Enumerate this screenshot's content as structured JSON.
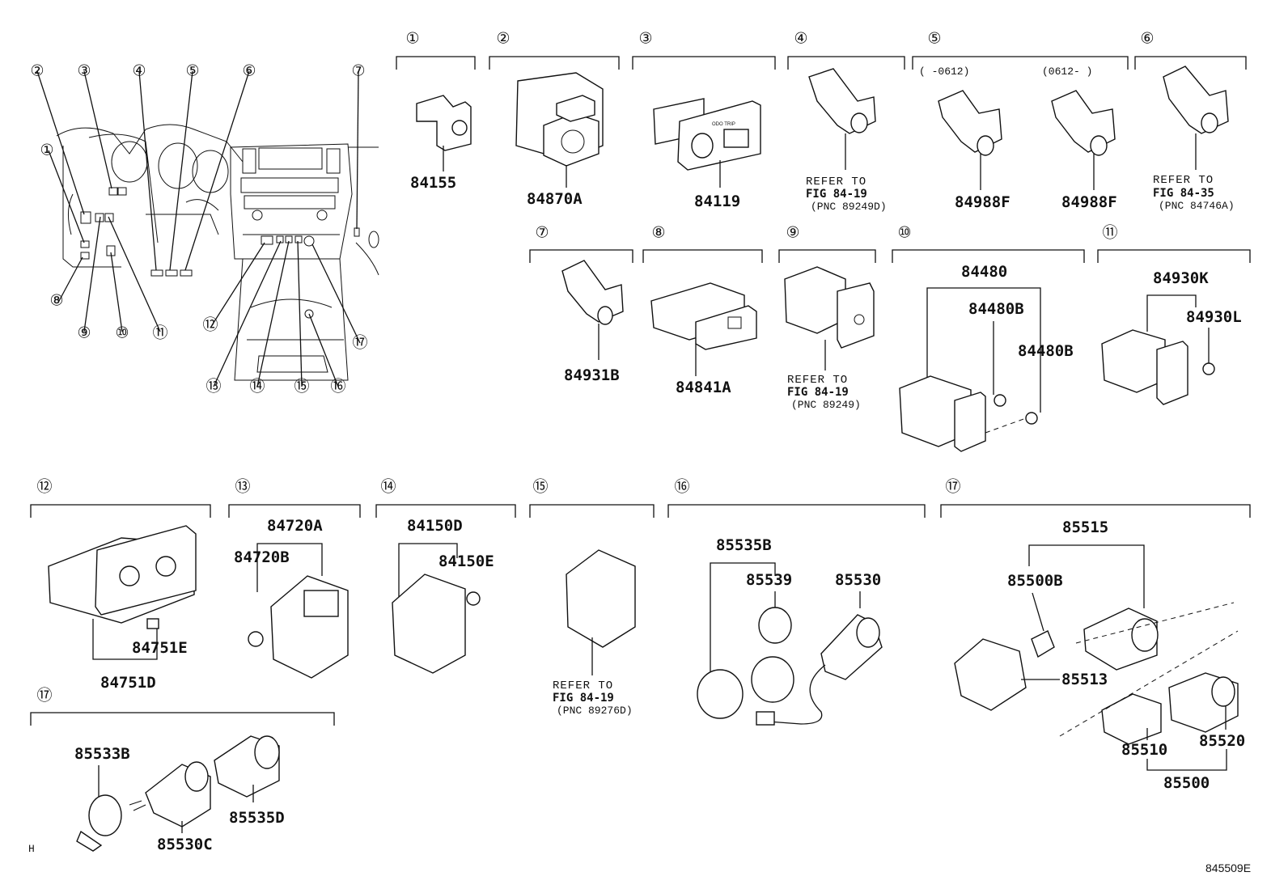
{
  "sections": [
    {
      "no": "①",
      "parts": [
        "84155"
      ]
    },
    {
      "no": "②",
      "parts": [
        "84870A"
      ]
    },
    {
      "no": "③",
      "parts": [
        "84119"
      ]
    },
    {
      "no": "④",
      "parts": [],
      "ref": [
        "REFER TO",
        "FIG 84-19",
        "(PNC 89249D)"
      ]
    },
    {
      "no": "⑤",
      "parts": [
        "84988F",
        "84988F"
      ],
      "ranges": [
        "(    -0612)",
        "(0612-    )"
      ]
    },
    {
      "no": "⑥",
      "parts": [],
      "ref": [
        "REFER TO",
        "FIG 84-35",
        "(PNC 84746A)"
      ]
    },
    {
      "no": "⑦",
      "parts": [
        "84931B"
      ]
    },
    {
      "no": "⑧",
      "parts": [
        "84841A"
      ]
    },
    {
      "no": "⑨",
      "parts": [],
      "ref": [
        "REFER TO",
        "FIG 84-19",
        "(PNC 89249)"
      ]
    },
    {
      "no": "⑩",
      "parts": [
        "84480",
        "84480B",
        "84480B"
      ]
    },
    {
      "no": "⑪",
      "parts": [
        "84930K",
        "84930L"
      ]
    },
    {
      "no": "⑫",
      "parts": [
        "84751E",
        "84751D"
      ]
    },
    {
      "no": "⑬",
      "parts": [
        "84720A",
        "84720B"
      ]
    },
    {
      "no": "⑭",
      "parts": [
        "84150D",
        "84150E"
      ]
    },
    {
      "no": "⑮",
      "parts": [],
      "ref": [
        "REFER TO",
        "FIG 84-19",
        "(PNC 89276D)"
      ]
    },
    {
      "no": "⑯",
      "parts": [
        "85535B",
        "85539",
        "85530"
      ]
    },
    {
      "no": "⑰",
      "parts": [
        "85515",
        "85500B",
        "85513",
        "85510",
        "85520",
        "85500"
      ]
    },
    {
      "no": "⑰",
      "parts": [
        "85533B",
        "85530C",
        "85535D"
      ]
    }
  ],
  "overview_callouts": [
    "①",
    "②",
    "③",
    "④",
    "⑤",
    "⑥",
    "⑦",
    "⑧",
    "⑨",
    "⑩",
    "⑪",
    "⑫",
    "⑬",
    "⑭",
    "⑮",
    "⑯",
    "⑰"
  ],
  "corner_mark": "H",
  "figure_code": "845509E"
}
